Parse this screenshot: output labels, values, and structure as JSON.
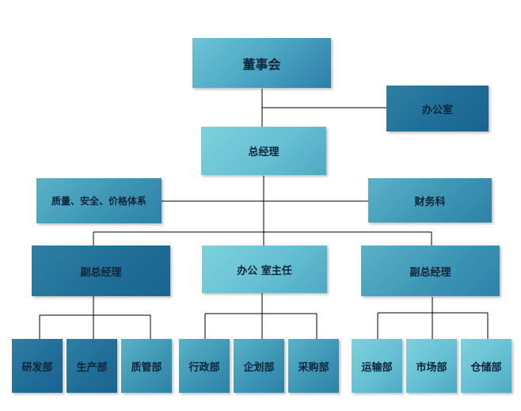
{
  "org": {
    "board": "董事会",
    "office": "办公室",
    "gm": "总经理",
    "quality": "质量、安全、价格体系",
    "finance": "财务科",
    "vp_left": "副总经理",
    "office_director": "办公 室主任",
    "vp_right": "副总经理",
    "rd": "研发部",
    "production": "生产部",
    "quality_mgmt": "质管部",
    "admin": "行政部",
    "planning": "企划部",
    "purchasing": "采购部",
    "transport": "运输部",
    "market": "市场部",
    "warehouse": "仓储部"
  }
}
